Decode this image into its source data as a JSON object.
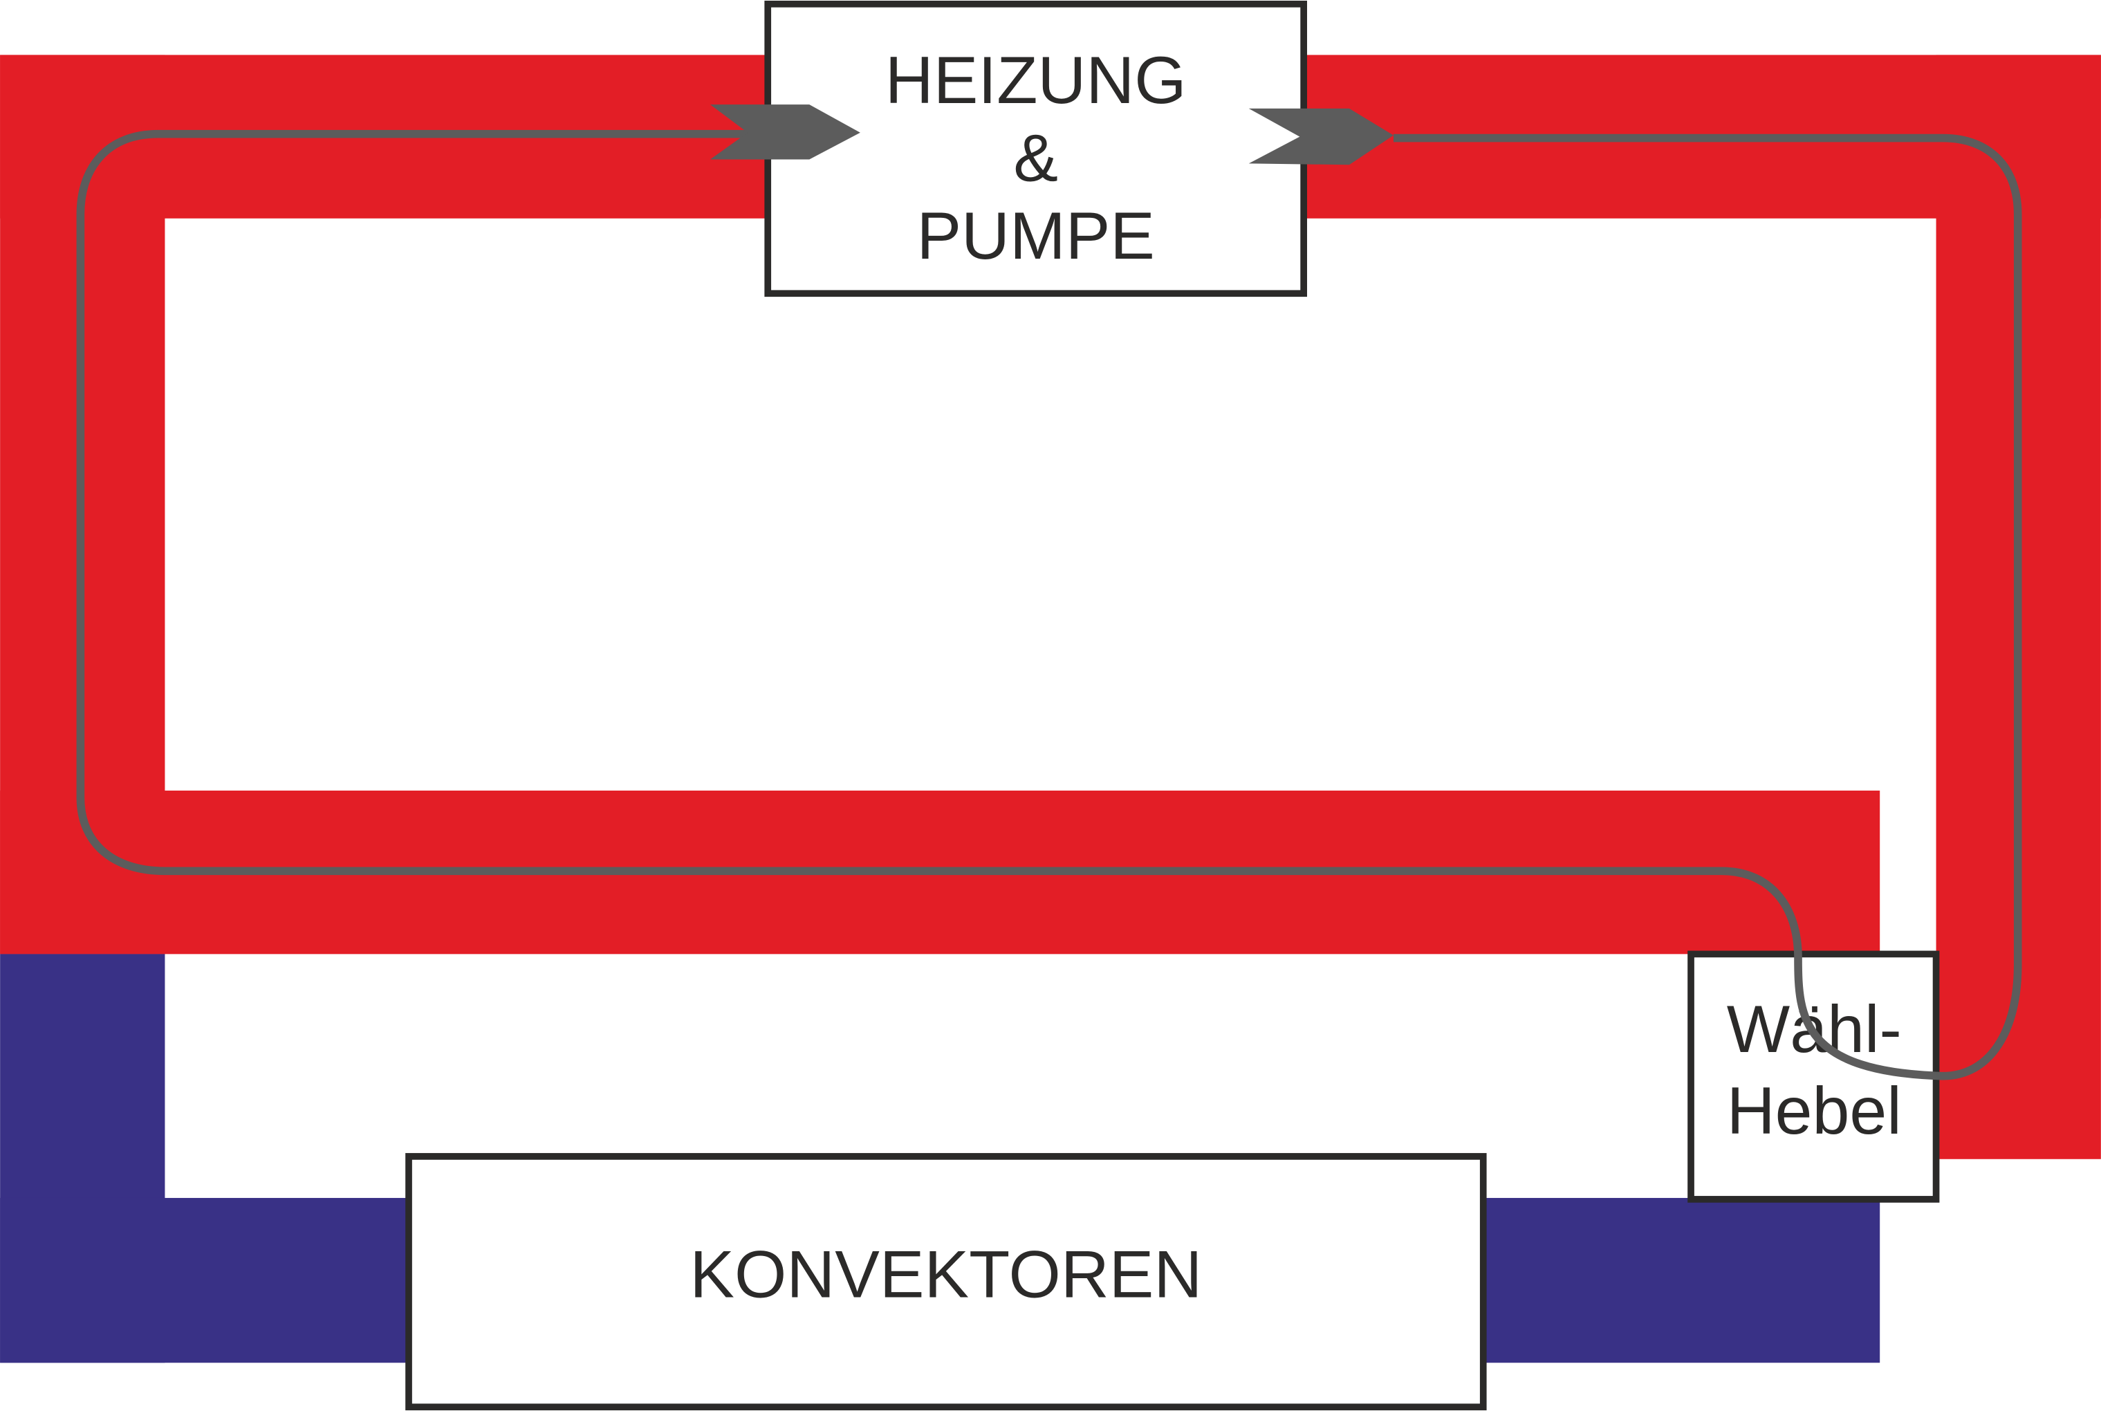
{
  "diagram": {
    "heater_box": {
      "line1": "HEIZUNG",
      "line2": "&",
      "line3": "PUMPE"
    },
    "selector_box": {
      "line1": "Wähl-",
      "line2": "Hebel"
    },
    "convector_box": {
      "label": "KONVEKTOREN"
    },
    "colors": {
      "hot_pipe": "#e31e26",
      "cold_pipe": "#393186",
      "control_line": "#5c5c5c",
      "box_border": "#2b2a29"
    }
  }
}
